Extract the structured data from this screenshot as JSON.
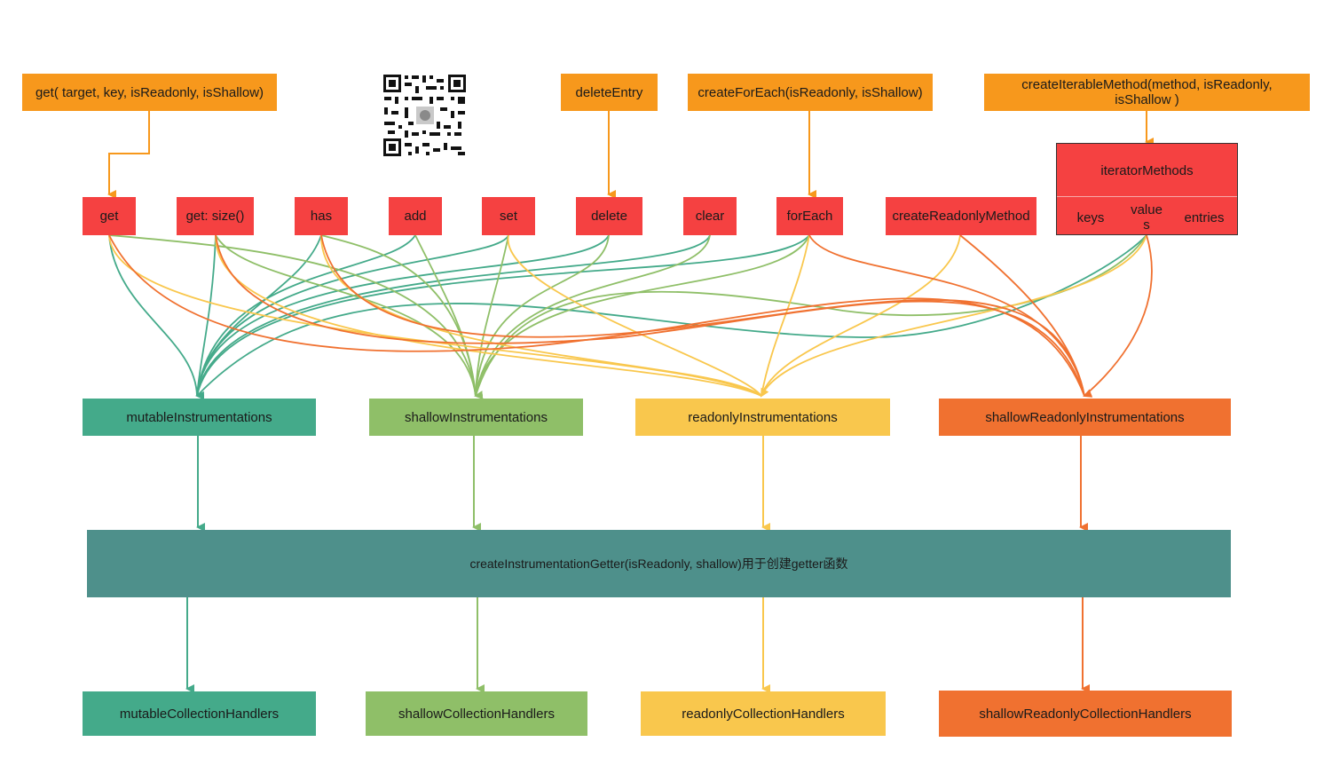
{
  "sources": {
    "get_fn": "get( target, key, isReadonly,  isShallow)",
    "delete_entry": "deleteEntry",
    "create_foreach": "createForEach(isReadonly, isShallow)",
    "create_iterable": "createIterableMethod(method, isReadonly, isShallow )"
  },
  "methods": {
    "get": "get",
    "size": "get: size()",
    "has": "has",
    "add": "add",
    "set": "set",
    "delete": "delete",
    "clear": "clear",
    "foreach": "forEach",
    "create_readonly": "createReadonlyMethod"
  },
  "iterator": {
    "title": "iteratorMethods",
    "keys": "keys",
    "values": "values",
    "entries": "entries"
  },
  "instrumentations": {
    "mutable": "mutableInstrumentations",
    "shallow": "shallowInstrumentations",
    "readonly": "readonlyInstrumentations",
    "shallow_readonly": "shallowReadonlyInstrumentations"
  },
  "getter": "createInstrumentationGetter(isReadonly, shallow)用于创建getter函数",
  "handlers": {
    "mutable": "mutableCollectionHandlers",
    "shallow": "shallowCollectionHandlers",
    "readonly": "readonlyCollectionHandlers",
    "shallow_readonly": "shallowReadonlyCollectionHandlers"
  },
  "colors": {
    "orange": "#f7981c",
    "red": "#f54141",
    "teal": "#44aa8a",
    "light_green": "#8fbf68",
    "yellow": "#f9c74d",
    "dark_orange": "#f07130",
    "dark_teal": "#4e908b"
  }
}
